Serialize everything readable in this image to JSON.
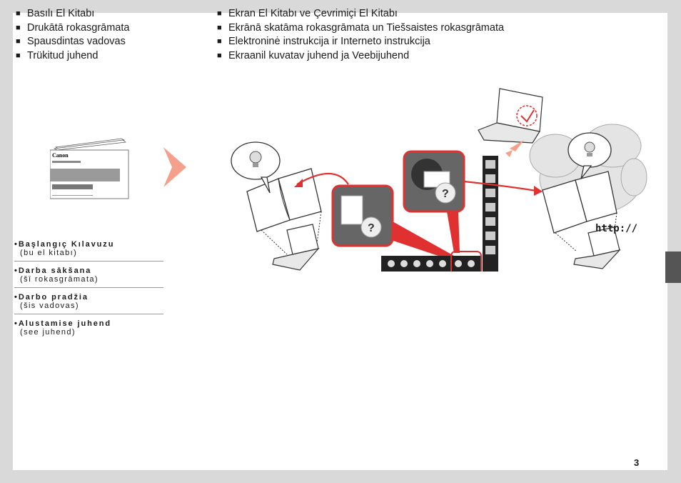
{
  "col_left": [
    {
      "bullet": "■",
      "text": "Basılı El Kitabı"
    },
    {
      "bullet": "■",
      "text": "Drukātā rokasgrāmata"
    },
    {
      "bullet": "■",
      "text": "Spausdintas vadovas"
    },
    {
      "bullet": "■",
      "text": "Trükitud juhend"
    }
  ],
  "col_right": [
    {
      "bullet": "■",
      "text": "Ekran El Kitabı ve Çevrimiçi El Kitabı"
    },
    {
      "bullet": "■",
      "text": "Ekrānā skatāma rokasgrāmata un Tiešsaistes rokasgrāmata"
    },
    {
      "bullet": "■",
      "text": "Elektroninė instrukcija ir Interneto instrukcija"
    },
    {
      "bullet": "■",
      "text": "Ekraanil kuvatav juhend ja Veebijuhend"
    }
  ],
  "booklet": {
    "brand": "Canon"
  },
  "labels": [
    {
      "title": "Başlangıç Kılavuzu",
      "sub": "(bu el kitabı)"
    },
    {
      "title": "Darba sākšana",
      "sub": "(šī rokasgrāmata)"
    },
    {
      "title": "Darbo pradžia",
      "sub": "(šis vadovas)"
    },
    {
      "title": "Alustamise juhend",
      "sub": "(see juhend)"
    }
  ],
  "http_text": "http://",
  "page_number": "3",
  "colors": {
    "accent_red": "#e03030",
    "arrow_salmon": "#f4a08a",
    "tab_gray": "#555555"
  }
}
